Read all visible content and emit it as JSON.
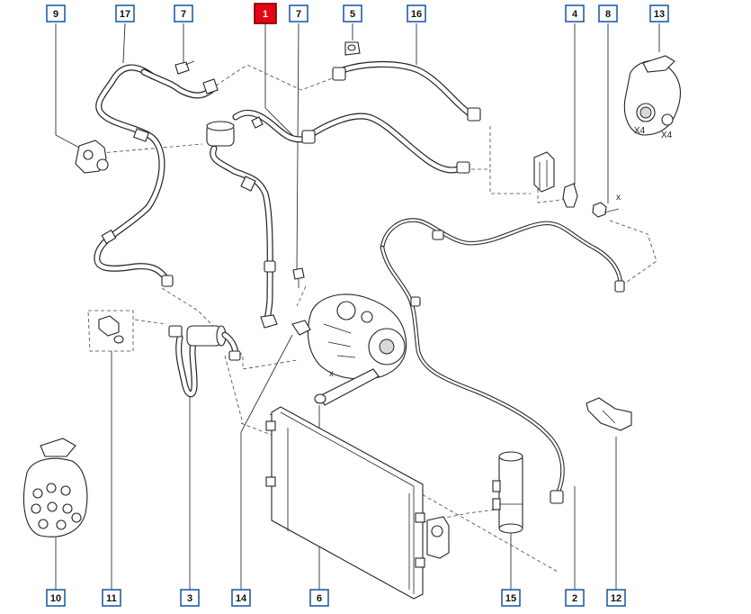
{
  "callouts": [
    {
      "id": "9",
      "label": "9",
      "active": false
    },
    {
      "id": "17",
      "label": "17",
      "active": false
    },
    {
      "id": "7a",
      "label": "7",
      "active": false
    },
    {
      "id": "1",
      "label": "1",
      "active": true
    },
    {
      "id": "7b",
      "label": "7",
      "active": false
    },
    {
      "id": "5",
      "label": "5",
      "active": false
    },
    {
      "id": "16",
      "label": "16",
      "active": false
    },
    {
      "id": "4",
      "label": "4",
      "active": false
    },
    {
      "id": "8",
      "label": "8",
      "active": false
    },
    {
      "id": "13",
      "label": "13",
      "active": false
    },
    {
      "id": "10",
      "label": "10",
      "active": false
    },
    {
      "id": "11",
      "label": "11",
      "active": false
    },
    {
      "id": "3",
      "label": "3",
      "active": false
    },
    {
      "id": "14",
      "label": "14",
      "active": false
    },
    {
      "id": "6",
      "label": "6",
      "active": false
    },
    {
      "id": "15",
      "label": "15",
      "active": false
    },
    {
      "id": "2",
      "label": "2",
      "active": false
    },
    {
      "id": "12",
      "label": "12",
      "active": false
    }
  ],
  "annotations": {
    "qty_left": "X4",
    "qty_right": "X4",
    "dim_marker_top": "x",
    "dim_marker_bottom": "x"
  },
  "colors": {
    "callout_border": "#1f5fa8",
    "active_fill": "#e30613",
    "line": "#222222"
  }
}
